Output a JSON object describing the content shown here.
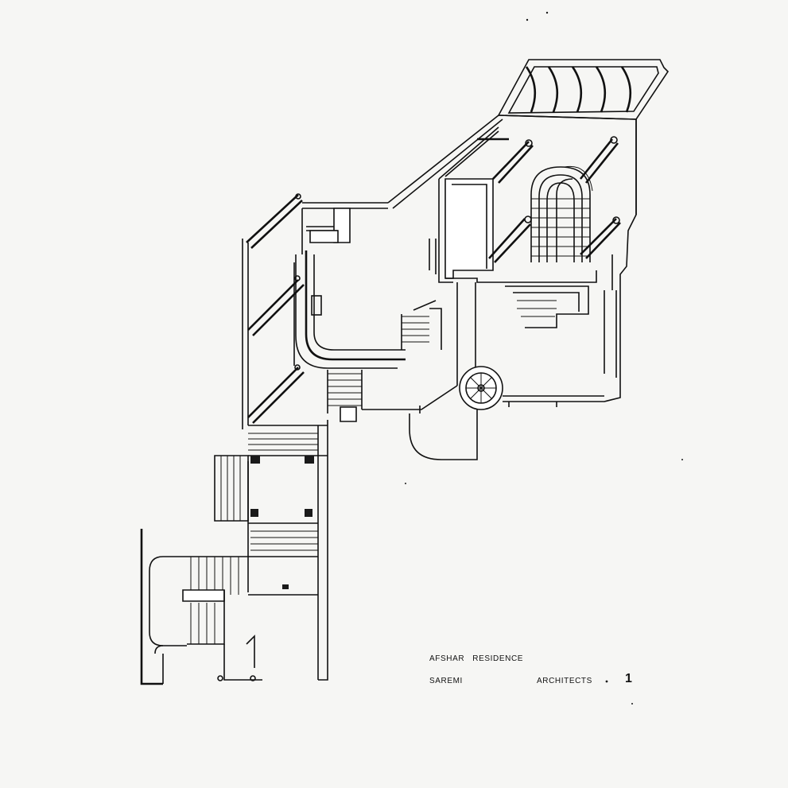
{
  "sheet": {
    "project_title": "AFSHAR   RESIDENCE",
    "firm_name": "SAREMI",
    "firm_suffix": "ARCHITECTS",
    "sheet_number": "1"
  },
  "drawing": {
    "icons": [
      "axonometric-plan-drawing"
    ]
  }
}
